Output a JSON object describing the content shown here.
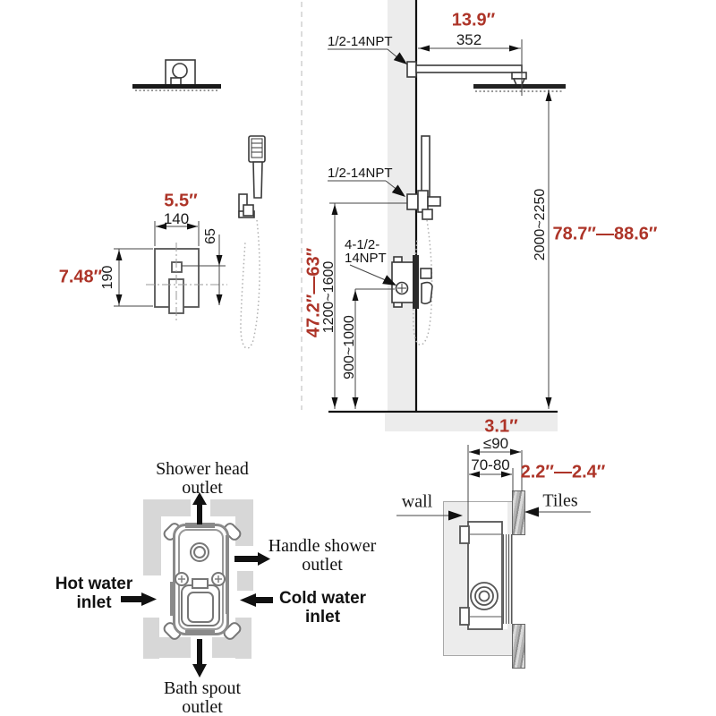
{
  "colors": {
    "accent_red": "#ad3428",
    "bracket_gray": "#d7d7d7",
    "wall_gray": "#ececec",
    "line": "#3a3a3a"
  },
  "front_view": {
    "plate_width_in": "5.5″",
    "plate_width_mm": "140",
    "button_offset_mm": "65",
    "plate_height_in": "7.48″",
    "plate_height_mm": "190"
  },
  "side_view": {
    "arm_length_in": "13.9″",
    "arm_length_mm": "352",
    "npt_arm": "1/2-14NPT",
    "npt_hand_shower": "1/2-14NPT",
    "npt_valve_line1": "4-1/2-",
    "npt_valve_line2": "14NPT",
    "head_height_mm": "2000~2250",
    "head_height_in": "78.7″—88.6″",
    "valve_height_in": "47.2″—63″",
    "valve_height_mm": "1200~1600",
    "spout_height_mm": "900~1000"
  },
  "valve_diagram": {
    "shower_head_outlet_l1": "Shower head",
    "shower_head_outlet_l2": "outlet",
    "handle_shower_outlet_l1": "Handle shower",
    "handle_shower_outlet_l2": "outlet",
    "hot_water_inlet_l1": "Hot water",
    "hot_water_inlet_l2": "inlet",
    "cold_water_inlet_l1": "Cold water",
    "cold_water_inlet_l2": "inlet",
    "bath_spout_outlet_l1": "Bath spout",
    "bath_spout_outlet_l2": "outlet"
  },
  "cross_section": {
    "depth_in": "3.1″",
    "depth_max_mm": "≤90",
    "depth_range_mm": "70-80",
    "tile_thickness_in": "2.2″—2.4″",
    "wall_label": "wall",
    "tiles_label": "Tiles"
  }
}
